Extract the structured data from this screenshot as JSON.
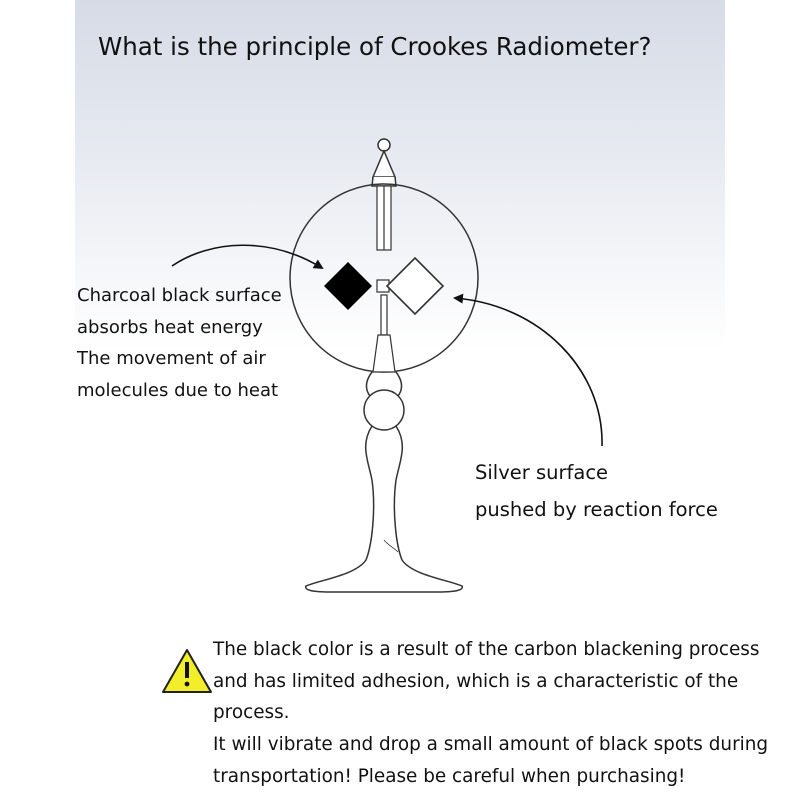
{
  "title": "What is the principle of Crookes Radiometer?",
  "left_label": {
    "lines": [
      "Charcoal black surface",
      "absorbs heat energy",
      "The movement of air",
      "molecules due to heat"
    ]
  },
  "right_label": {
    "lines": [
      "Silver surface",
      "pushed by reaction force"
    ]
  },
  "warning": {
    "icon": "warning-triangle-icon",
    "icon_color": "#f2ee2a",
    "lines": [
      "The black color is a result of the carbon blackening process",
      "and has limited adhesion, which is a characteristic of the",
      "process.",
      "It will vibrate and drop a small amount of black spots during",
      "transportation! Please be careful when purchasing!"
    ]
  },
  "colors": {
    "background_top": "#d6dbe6",
    "vane_black": "#000000",
    "vane_silver": "#ffffff"
  }
}
